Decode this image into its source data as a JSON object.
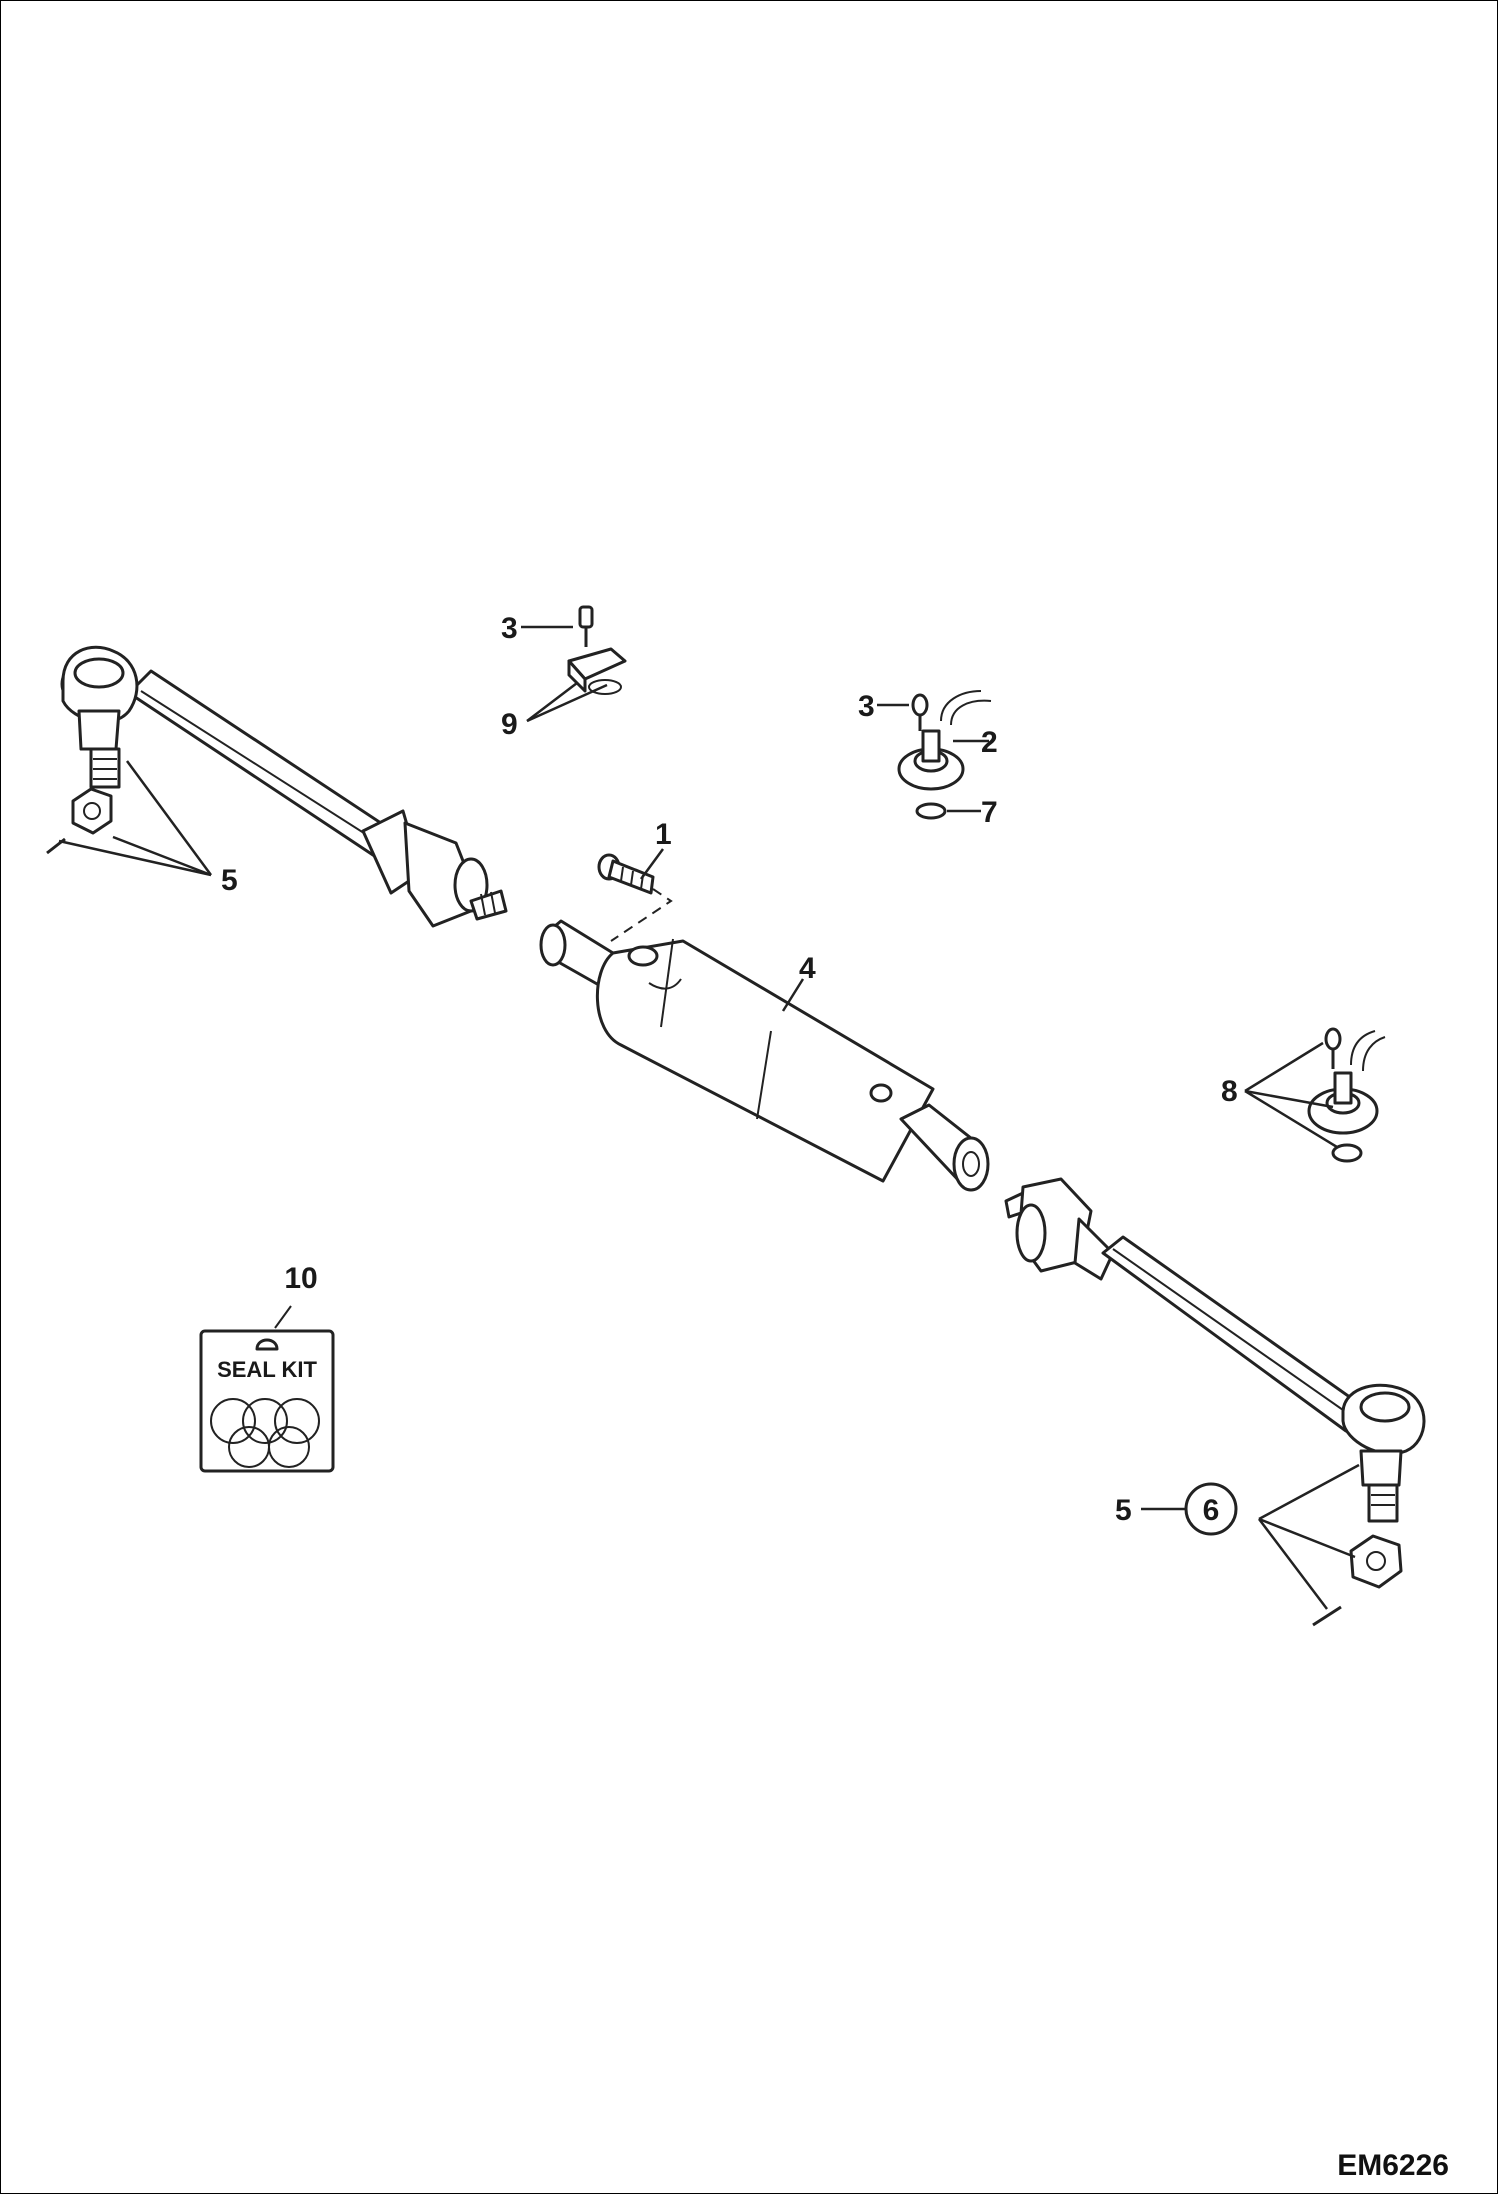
{
  "diagram": {
    "figure_code": "EM6226",
    "seal_kit_label": "SEAL KIT",
    "callouts": {
      "c1": "1",
      "c2": "2",
      "c3a": "3",
      "c3b": "3",
      "c4": "4",
      "c5a": "5",
      "c5b": "5",
      "c6": "6",
      "c7": "7",
      "c8": "8",
      "c9": "9",
      "c10": "10"
    }
  },
  "colors": {
    "line": "#222222",
    "background": "#ffffff"
  }
}
